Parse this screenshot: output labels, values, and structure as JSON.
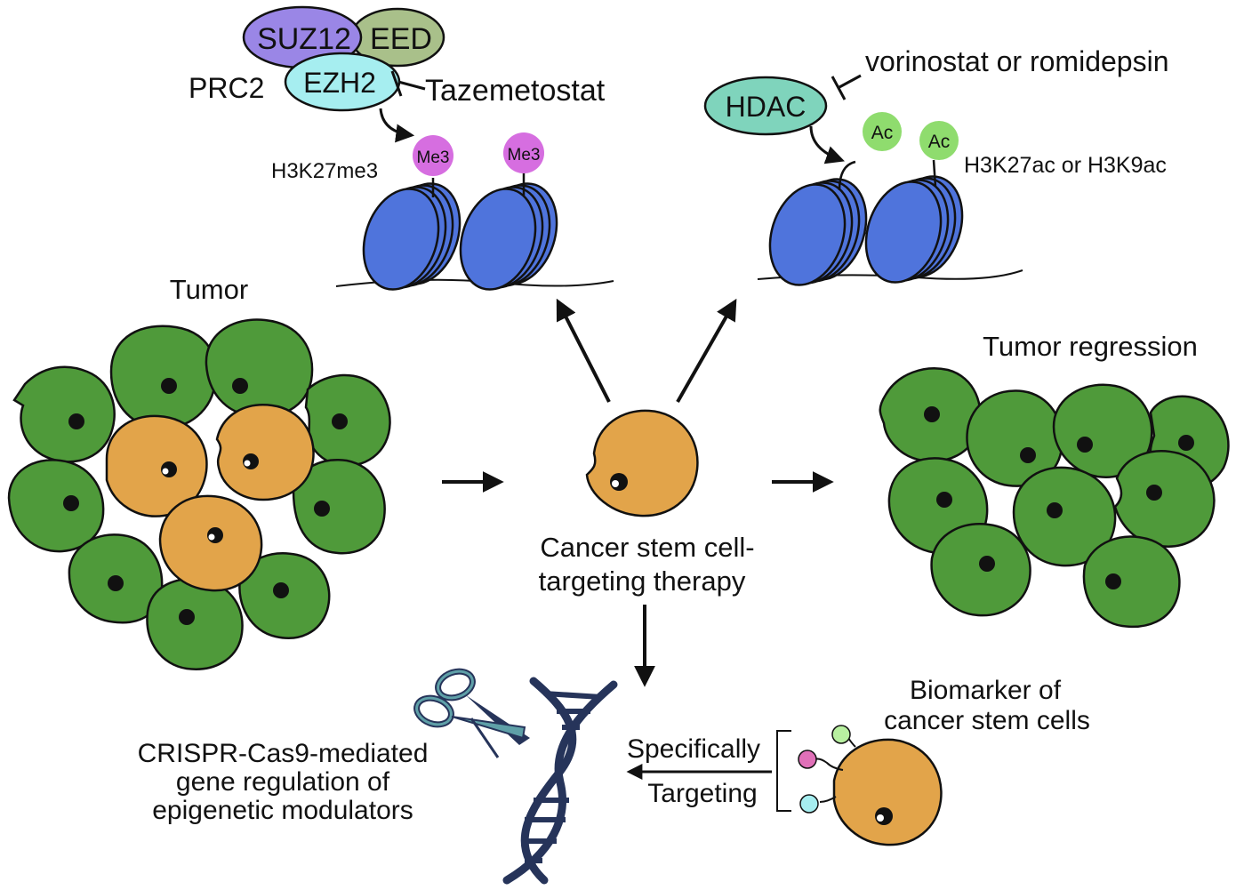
{
  "prc2": {
    "complex_label": "PRC2",
    "suz12": "SUZ12",
    "eed": "EED",
    "ezh2": "EZH2",
    "inhibitor": "Tazemetostat",
    "mark_label": "H3K27me3",
    "me3": "Me3"
  },
  "hdac": {
    "enzyme": "HDAC",
    "inhibitor": "vorinostat or romidepsin",
    "mark_label": "H3K27ac or H3K9ac",
    "ac": "Ac"
  },
  "tumor": {
    "label": "Tumor"
  },
  "csc_therapy": {
    "line1": "Cancer stem cell-",
    "line2": "targeting therapy"
  },
  "regression": {
    "label": "Tumor regression"
  },
  "crispr": {
    "line1": "CRISPR-Cas9-mediated",
    "line2": "gene regulation of",
    "line3": "epigenetic modulators"
  },
  "targeting": {
    "word1": "Specifically",
    "word2": "Targeting"
  },
  "biomarker": {
    "line1": "Biomarker of",
    "line2": "cancer stem cells"
  },
  "colors": {
    "green_cell": "#4f9a3a",
    "orange_cell": "#e2a44a",
    "nucleosome": "#4f74dc",
    "me3_badge": "#d66ee0",
    "ac_badge": "#8fdc6e",
    "suz12": "#9a86e6",
    "eed": "#a9c08a",
    "ezh2": "#a6eef0",
    "hdac": "#7fd4bc",
    "marker_green": "#b8f0a0",
    "marker_pink": "#e070b8",
    "marker_cyan": "#a6eef0",
    "dna_dark": "#26345a"
  }
}
